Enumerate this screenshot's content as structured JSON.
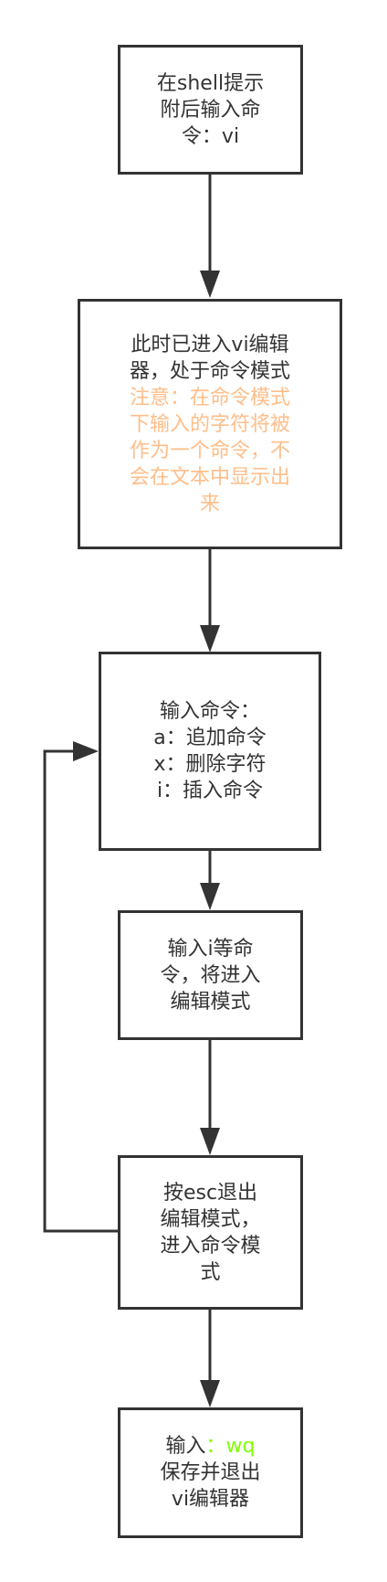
{
  "colors": {
    "stroke": "#333333",
    "note": "#FFBE8A",
    "highlight": "#80FF00"
  },
  "nodes": [
    {
      "id": "start",
      "lines": [
        "在shell提示",
        "附后输入命",
        "令：vi"
      ]
    },
    {
      "id": "command-mode",
      "lines": [
        "此时已进入vi编辑",
        "器，处于命令模式"
      ],
      "note_lines": [
        "注意：在命令模式",
        "下输入的字符将被",
        "作为一个命令，不",
        "会在文本中显示出",
        "来"
      ]
    },
    {
      "id": "input-commands",
      "lines": [
        "输入命令：",
        "a：追加命令",
        "x：删除字符",
        "i：插入命令"
      ]
    },
    {
      "id": "edit-mode",
      "lines": [
        "输入i等命",
        "令，将进入",
        "编辑模式"
      ]
    },
    {
      "id": "esc",
      "lines": [
        "按esc退出",
        "编辑模式，",
        "进入命令模",
        "式"
      ]
    },
    {
      "id": "save",
      "line1_prefix": "输入",
      "line1_highlight": "：wq",
      "lines": [
        "保存并退出",
        "vi编辑器"
      ]
    }
  ]
}
